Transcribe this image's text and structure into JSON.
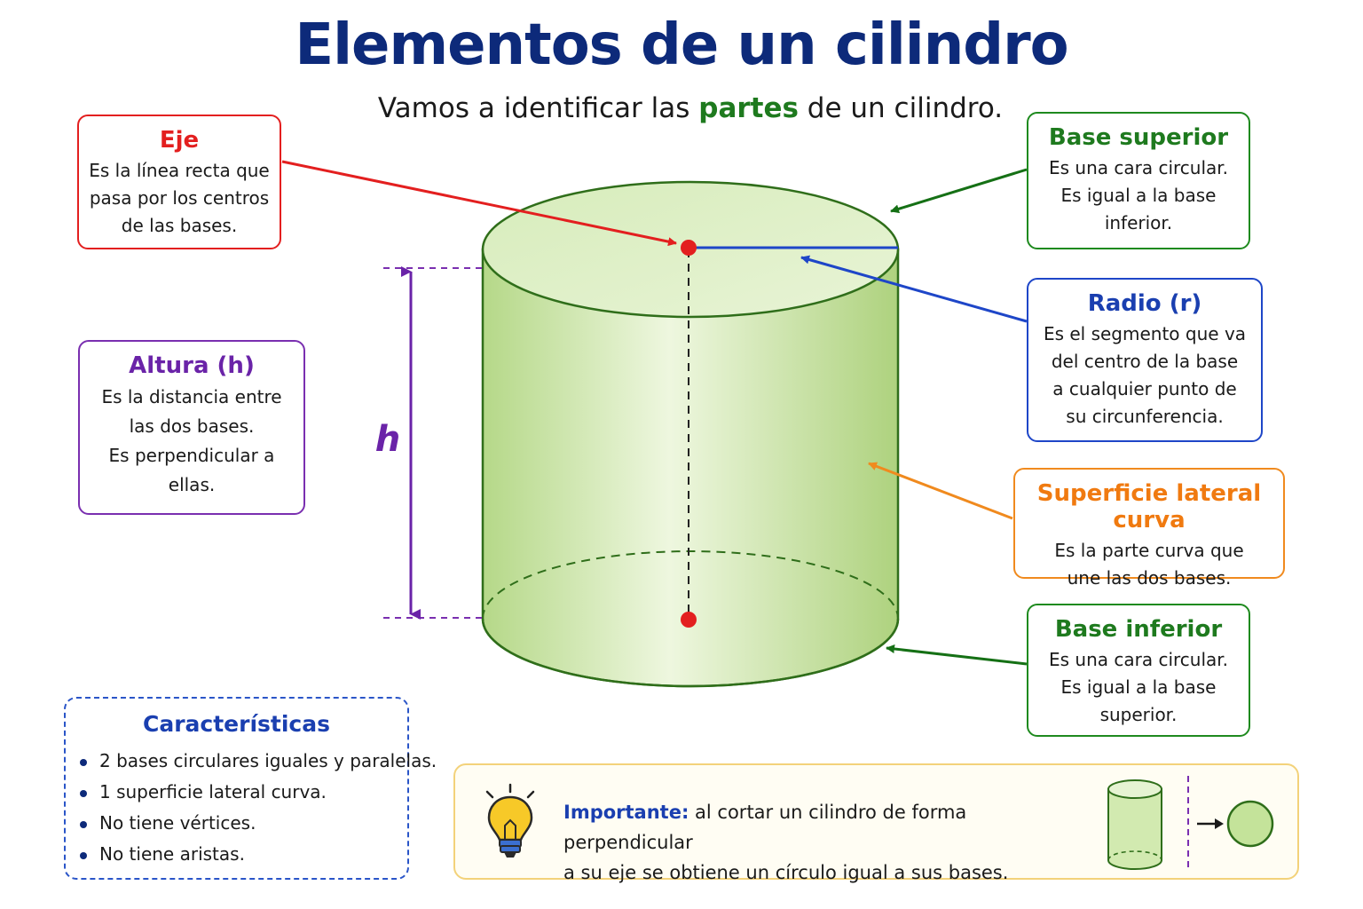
{
  "title": "Elementos de un cilindro",
  "subtitle": {
    "before": "Vamos a identificar las ",
    "highlight": "partes",
    "after": " de un cilindro."
  },
  "height_label": "h",
  "cards": {
    "eje": {
      "title": "Eje",
      "body": "Es la línea recta que\npasa por los centros\nde las bases."
    },
    "altura": {
      "title": "Altura (h)",
      "body": "Es la distancia entre\nlas dos bases.\nEs perpendicular a\nellas."
    },
    "base_superior": {
      "title": "Base superior",
      "body": "Es una cara circular.\nEs igual a la base\ninferior."
    },
    "radio": {
      "title": "Radio (r)",
      "body": "Es el segmento que va\ndel centro de la base\na cualquier punto de\nsu circunferencia."
    },
    "superficie_lateral": {
      "title": "Superficie lateral curva",
      "body": "Es la parte curva que\nune las dos bases."
    },
    "base_inferior": {
      "title": "Base inferior",
      "body": "Es una cara circular.\nEs igual a la base\nsuperior."
    }
  },
  "caracteristicas": {
    "title": "Características",
    "items": [
      "2 bases circulares iguales y paralelas.",
      "1 superficie lateral curva.",
      "No tiene vértices.",
      "No tiene aristas."
    ]
  },
  "note": {
    "label": "Importante:",
    "text_line1": " al cortar un cilindro de forma perpendicular",
    "text_line2": "a su eje se obtiene un círculo igual a sus bases."
  },
  "icons": [
    "lightbulb-icon",
    "mini-cylinder-icon",
    "arrow-right-icon",
    "circle-icon"
  ],
  "colors": {
    "title": "#0d2a7a",
    "eje": "#e31f1f",
    "altura": "#7a2fb0",
    "base": "#1e8a1e",
    "radio": "#1e46c8",
    "superficie": "#f08a1e",
    "cylinder_fill": "#c4e39a"
  }
}
